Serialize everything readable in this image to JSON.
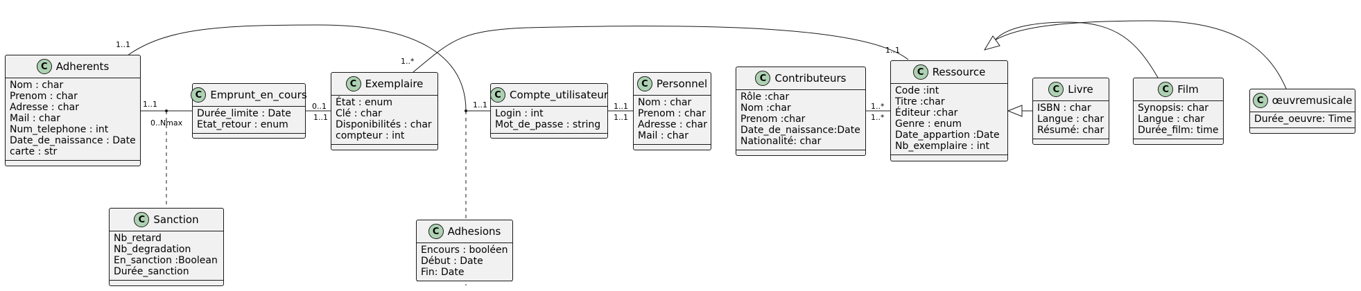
{
  "classes": {
    "adherents": {
      "name": "Adherents",
      "icon": "C",
      "attributes": [
        "Nom : char",
        "Prenom : char",
        "Adresse : char",
        "Mail : char",
        "Num_telephone : int",
        "Date_de_naissance : Date",
        "carte : str"
      ]
    },
    "emprunt": {
      "name": "Emprunt_en_cours",
      "icon": "C",
      "attributes": [
        "Durée_limite : Date",
        "Etat_retour : enum"
      ]
    },
    "exemplaire": {
      "name": "Exemplaire",
      "icon": "C",
      "attributes": [
        "État : enum",
        "Clé : char",
        "Disponibilités : char",
        "compteur : int"
      ]
    },
    "compte": {
      "name": "Compte_utilisateur",
      "icon": "C",
      "attributes": [
        "Login : int",
        "Mot_de_passe : string"
      ]
    },
    "personnel": {
      "name": "Personnel",
      "icon": "C",
      "attributes": [
        "Nom : char",
        "Prenom : char",
        "Adresse : char",
        "Mail : char"
      ]
    },
    "contributeurs": {
      "name": "Contributeurs",
      "icon": "C",
      "attributes": [
        "Rôle :char",
        "Nom :char",
        "Prenom :char",
        "Date_de_naissance:Date",
        "Nationalité: char"
      ]
    },
    "ressource": {
      "name": "Ressource",
      "icon": "C",
      "attributes": [
        "Code :int",
        "Titre :char",
        "Éditeur :char",
        "Genre : enum",
        "Date_appartion :Date",
        "Nb_exemplaire : int"
      ]
    },
    "livre": {
      "name": "Livre",
      "icon": "C",
      "attributes": [
        "ISBN : char",
        "Langue : char",
        "Résumé: char"
      ]
    },
    "film": {
      "name": "Film",
      "icon": "C",
      "attributes": [
        "Synopsis: char",
        "Langue : char",
        "Durée_film: time"
      ]
    },
    "oeuvre": {
      "name": "œuvremusicale",
      "icon": "C",
      "attributes": [
        "Durée_oeuvre: Time"
      ]
    },
    "sanction": {
      "name": "Sanction",
      "icon": "C",
      "attributes": [
        "Nb_retard",
        "Nb_degradation",
        "En_sanction :Boolean",
        "Durée_sanction"
      ]
    },
    "adhesions": {
      "name": "Adhesions",
      "icon": "C",
      "attributes": [
        "Encours : booléen",
        "Début : Date",
        "Fin: Date"
      ]
    }
  },
  "multiplicities": {
    "adh_top": "1..1",
    "adh_emprunt": "1..1",
    "emprunt_sanction": "0..Nmax",
    "emprunt_exemplaire": "0..1",
    "exemplaire_emprunt": "1..1",
    "exemplaire_top": "1..*",
    "compte_left": "1..1",
    "compte_personnel": "1..1",
    "personnel_compte": "1..1",
    "ressource_top": "1..1",
    "contrib_ressource": "1..*",
    "ressource_contrib": "1..*"
  }
}
